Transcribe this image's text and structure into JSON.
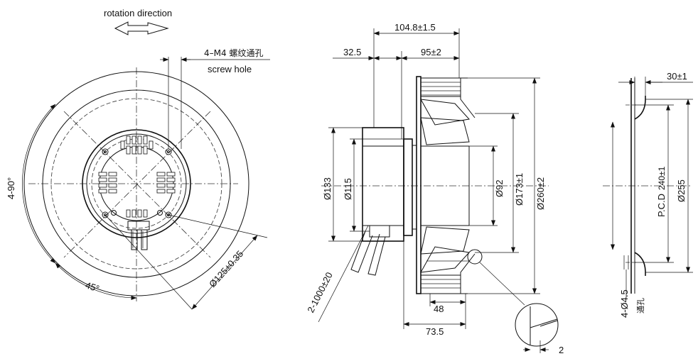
{
  "front_view": {
    "rotation_label": "rotation direction",
    "screw_hole_cn": "4–M4 螺纹通孔",
    "screw_hole_en": "screw hole",
    "angle_4x90": "4-90°",
    "angle_45": "45°",
    "diameter_125": "Ø125±0.35"
  },
  "side_view": {
    "dim_104_8": "104.8±1.5",
    "dim_32_5": "32.5",
    "dim_95": "95±2",
    "dim_133": "Ø133",
    "dim_115": "Ø115",
    "dim_92": "Ø92",
    "dim_173": "Ø173±1",
    "dim_260": "Ø260±2",
    "dim_48": "48",
    "dim_73_5": "73.5",
    "dim_2": "2",
    "cable_length": "2-1000±20"
  },
  "ring_view": {
    "dim_30": "30±1",
    "pcd_label": "P.C.D",
    "pcd_value": "240±1",
    "dim_255": "Ø255",
    "hole_count": "4-Ø4.5",
    "hole_cn": "通孔"
  }
}
